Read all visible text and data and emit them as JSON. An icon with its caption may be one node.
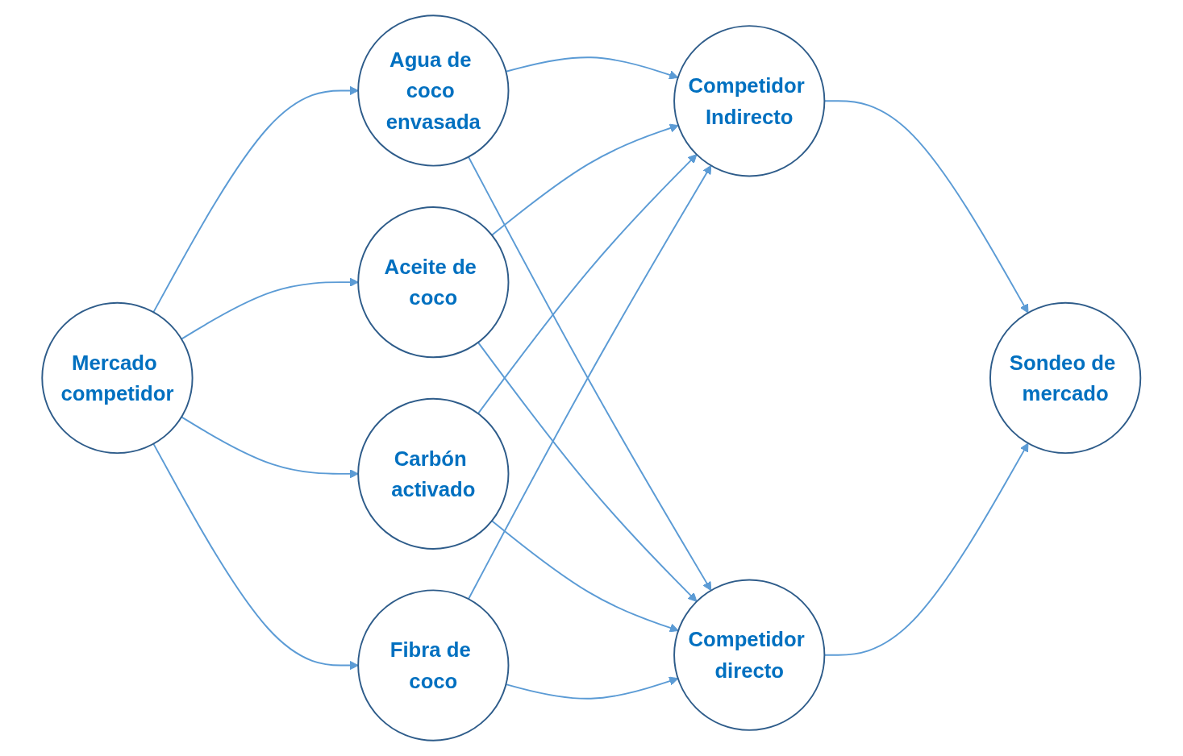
{
  "diagram": {
    "nodes": [
      {
        "text": [
          "Mercado competidor"
        ]
      },
      {
        "text": [
          "Agua de coco envasada"
        ]
      },
      {
        "text": [
          "Aceite de coco"
        ]
      },
      {
        "text": [
          "Carbón activado"
        ]
      },
      {
        "text": [
          "Fibra de coco"
        ]
      },
      {
        "text": [
          "Competidor Indirecto"
        ]
      },
      {
        "text": [
          "Competidor directo"
        ]
      },
      {
        "text": [
          "Sondeo de mercado"
        ]
      }
    ],
    "edges": [
      {
        "from": 0,
        "to": 1,
        "arrow": "to"
      },
      {
        "from": 0,
        "to": 2,
        "arrow": "to"
      },
      {
        "from": 0,
        "to": 3,
        "arrow": "to"
      },
      {
        "from": 0,
        "to": 4,
        "arrow": "to"
      },
      {
        "from": 1,
        "to": 5,
        "arrow": "to"
      },
      {
        "from": 1,
        "to": 6,
        "arrow": "to"
      },
      {
        "from": 2,
        "to": 5,
        "arrow": "to"
      },
      {
        "from": 2,
        "to": 6,
        "arrow": "to"
      },
      {
        "from": 3,
        "to": 5,
        "arrow": "to"
      },
      {
        "from": 3,
        "to": 6,
        "arrow": "to"
      },
      {
        "from": 4,
        "to": 5,
        "arrow": "to"
      },
      {
        "from": 4,
        "to": 6,
        "arrow": "to"
      },
      {
        "from": 5,
        "to": 7,
        "arrow": "to"
      },
      {
        "from": 6,
        "to": 7,
        "arrow": "to"
      }
    ]
  }
}
